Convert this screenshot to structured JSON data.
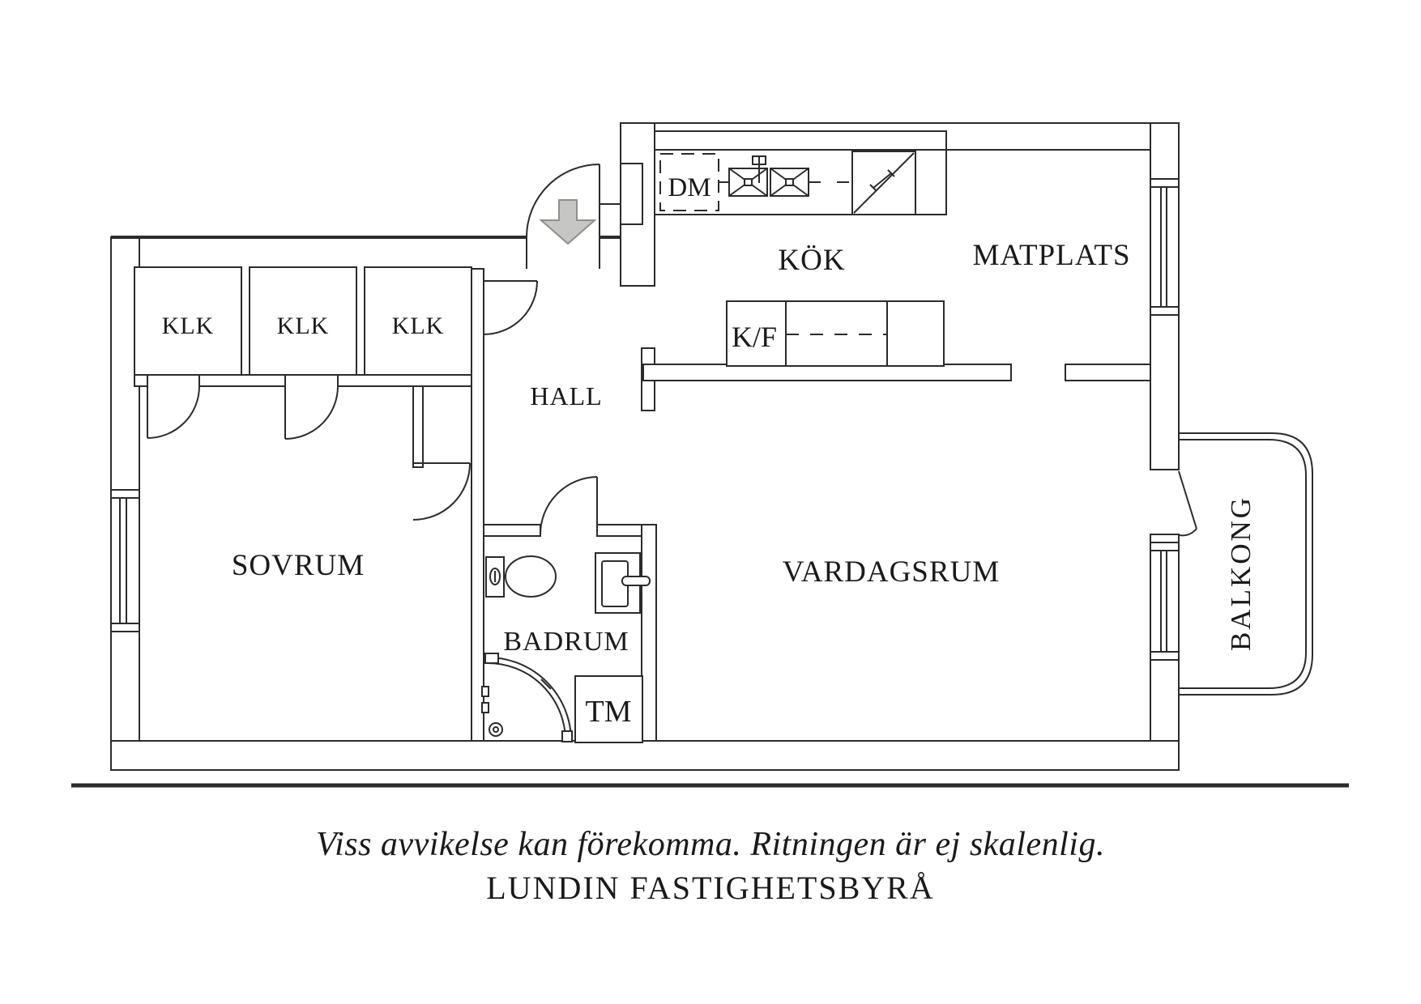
{
  "rooms": {
    "klk1": "KLK",
    "klk2": "KLK",
    "klk3": "KLK",
    "hall": "HALL",
    "kok": "KÖK",
    "matplats": "MATPLATS",
    "sovrum": "SOVRUM",
    "vardagsrum": "VARDAGSRUM",
    "badrum": "BADRUM",
    "balkong": "BALKONG"
  },
  "fixtures": {
    "dishwasher": "DM",
    "fridge_freezer": "K/F",
    "washing_machine": "TM"
  },
  "footer": {
    "disclaimer": "Viss avvikelse kan förekomma. Ritningen är ej skalenlig.",
    "agency": "LUNDIN FASTIGHETSBYRÅ"
  },
  "colors": {
    "background": "#ffffff",
    "wall": "#2b2b2b",
    "text": "#1a1a1a",
    "arrow_fill": "#c6c6c4",
    "arrow_stroke": "#8f8f8d"
  }
}
